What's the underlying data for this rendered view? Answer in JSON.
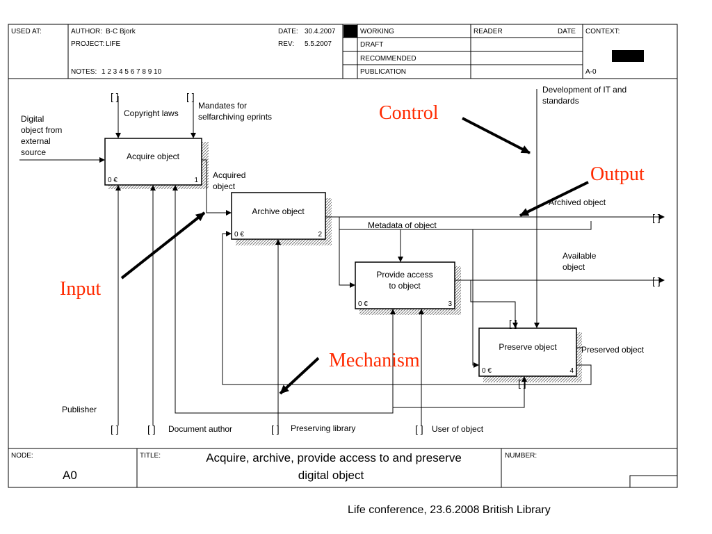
{
  "header": {
    "used_at_label": "USED AT:",
    "author_label": "AUTHOR:",
    "author": "B-C Bjork",
    "project_label": "PROJECT:",
    "project": "LIFE",
    "notes_label": "NOTES:",
    "notes": "1  2  3  4  5  6  7  8  9  10",
    "date_label": "DATE:",
    "date": "30.4.2007",
    "rev_label": "REV:",
    "rev": "5.5.2007",
    "status": [
      "WORKING",
      "DRAFT",
      "RECOMMENDED",
      "PUBLICATION"
    ],
    "reader_label": "READER",
    "reader_date_label": "DATE",
    "context_label": "CONTEXT:",
    "context_node": "A-0"
  },
  "boxes": [
    {
      "title": "Acquire object",
      "cost": "0 €",
      "num": "1"
    },
    {
      "title": "Archive object",
      "cost": "0 €",
      "num": "2"
    },
    {
      "title": "Provide access",
      "title2": "to object",
      "cost": "0 €",
      "num": "3"
    },
    {
      "title": "Preserve object",
      "cost": "0 €",
      "num": "4"
    }
  ],
  "labels": {
    "digital_source_1": "Digital",
    "digital_source_2": "object from",
    "digital_source_3": "external",
    "digital_source_4": "source",
    "copyright": "Copyright laws",
    "mandates_1": "Mandates for",
    "mandates_2": "selfarchiving eprints",
    "acquired_1": "Acquired",
    "acquired_2": "object",
    "development_1": "Development of IT and",
    "development_2": "standards",
    "archived": "Archived object",
    "metadata": "Metadata of object",
    "available_1": "Available",
    "available_2": "object",
    "preserved": "Preserved object",
    "publisher": "Publisher",
    "document_author": "Document author",
    "preserving_library": "Preserving library",
    "user_of_object": "User of object"
  },
  "annotations": {
    "control": "Control",
    "output": "Output",
    "input": "Input",
    "mechanism": "Mechanism"
  },
  "colors": {
    "annotation": "#ff2a00",
    "context_fill": "#000000"
  },
  "footer_block": {
    "node_label": "NODE:",
    "node": "A0",
    "title_label": "TITLE:",
    "title_1": "Acquire, archive, provide  access to and  preserve",
    "title_2": "digital object",
    "number_label": "NUMBER:"
  },
  "caption": "Life conference, 23.6.2008 British Library"
}
